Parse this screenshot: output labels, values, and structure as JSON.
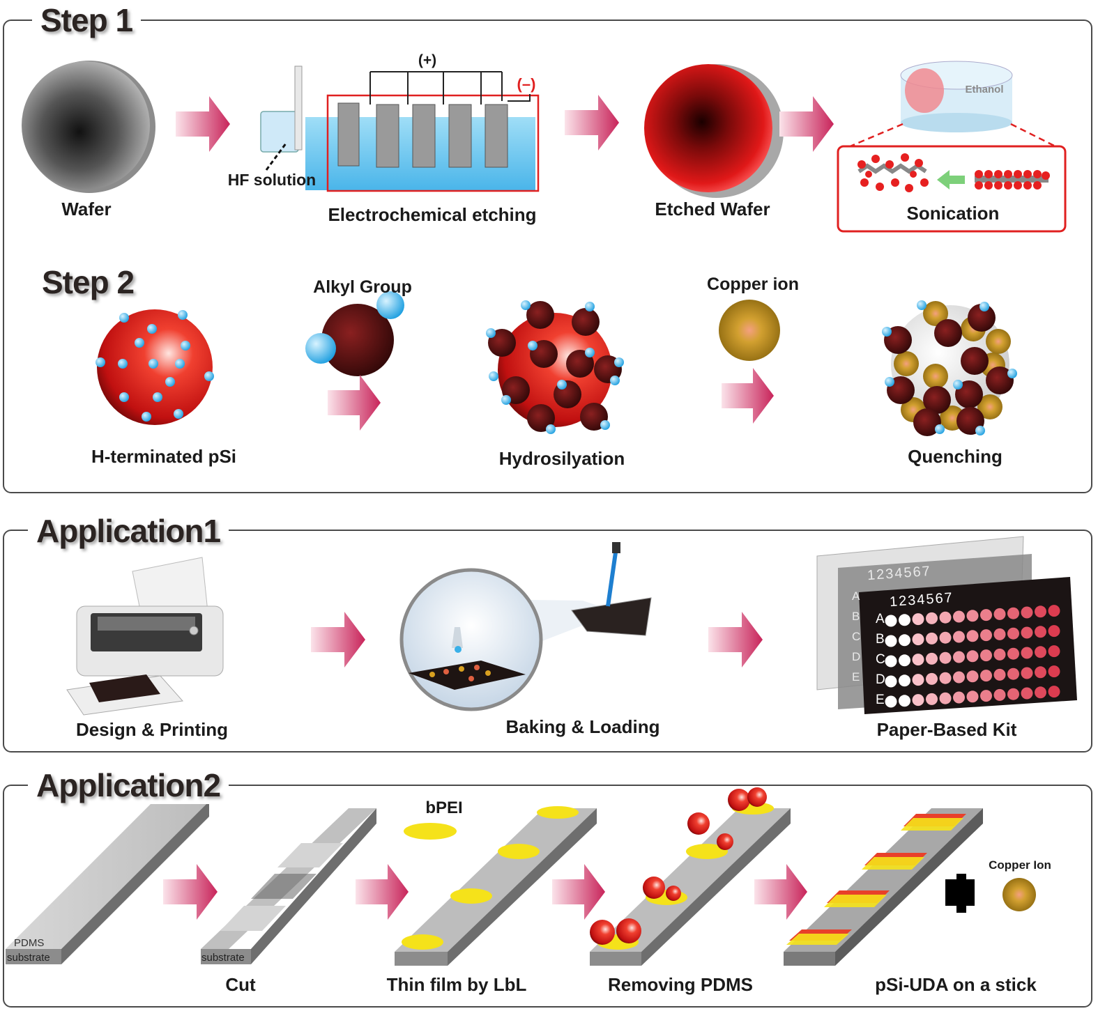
{
  "step1": {
    "title": "Step 1",
    "wafer_label": "Wafer",
    "hf_label": "HF solution",
    "etching_label": "Electrochemical etching",
    "plus_label": "(+)",
    "minus_label": "(–)",
    "etched_label": "Etched Wafer",
    "ethanol_label": "Ethanol",
    "sonication_label": "Sonication"
  },
  "step2": {
    "title": "Step 2",
    "hpsi_label": "H-terminated pSi",
    "alkyl_label": "Alkyl Group",
    "hydro_label": "Hydrosilyation",
    "copper_label": "Copper ion",
    "quench_label": "Quenching"
  },
  "app1": {
    "title": "Application1",
    "print_label": "Design & Printing",
    "bake_label": "Baking & Loading",
    "kit_label": "Paper-Based Kit",
    "col_numbers": "1234567",
    "row_letters": [
      "A",
      "B",
      "C",
      "D",
      "E"
    ]
  },
  "app2": {
    "title": "Application2",
    "pdms_tag": "PDMS",
    "substrate_tag": "substrate",
    "substrate_tag2": "substrate",
    "bpei_label": "bPEI",
    "cut_label": "Cut",
    "lbl_label": "Thin film by LbL",
    "remove_label": "Removing PDMS",
    "stick_label": "pSi-UDA on a stick",
    "copper_label": "Copper Ion"
  },
  "colors": {
    "arrow": "#d63b6c",
    "red": "#e02020",
    "dark_red": "#5a1010",
    "blue_dot": "#3ab0e8",
    "gold": "#b98a1e",
    "yellow": "#f5e21a",
    "frame": "#4a4a4a"
  }
}
